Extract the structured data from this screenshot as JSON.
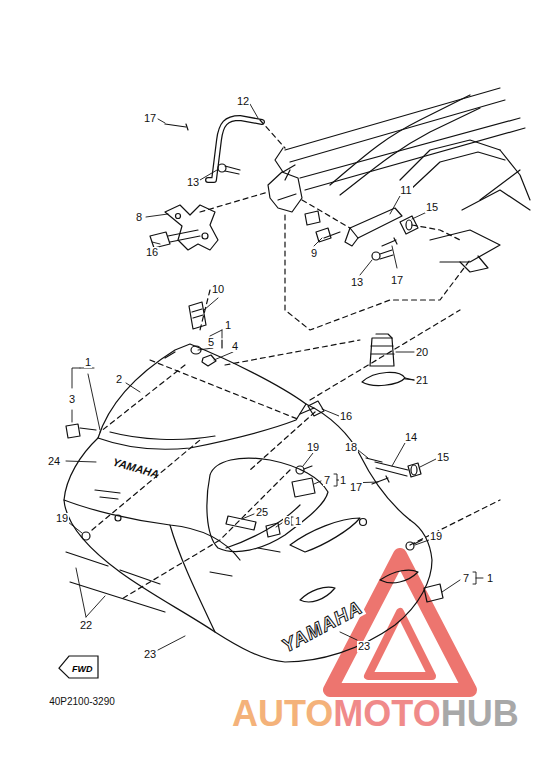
{
  "diagram": {
    "nodes": [
      {
        "text": [
          "FWD"
        ]
      }
    ],
    "labels": [
      "12",
      "17",
      "13",
      "11",
      "15",
      "8",
      "16",
      "9",
      "13",
      "17",
      "10",
      "1",
      "5",
      "4",
      "20",
      "1",
      "2",
      "3",
      "21",
      "16",
      "14",
      "18",
      "19",
      "15",
      "24",
      "YAMAHA",
      "7",
      "1",
      "17",
      "25",
      "6",
      "1",
      "19",
      "19",
      "7",
      "1",
      "YAMAHA",
      "22",
      "23",
      "23",
      "40P2100-3290",
      "AUTO",
      "MOTO",
      "HUB"
    ]
  }
}
